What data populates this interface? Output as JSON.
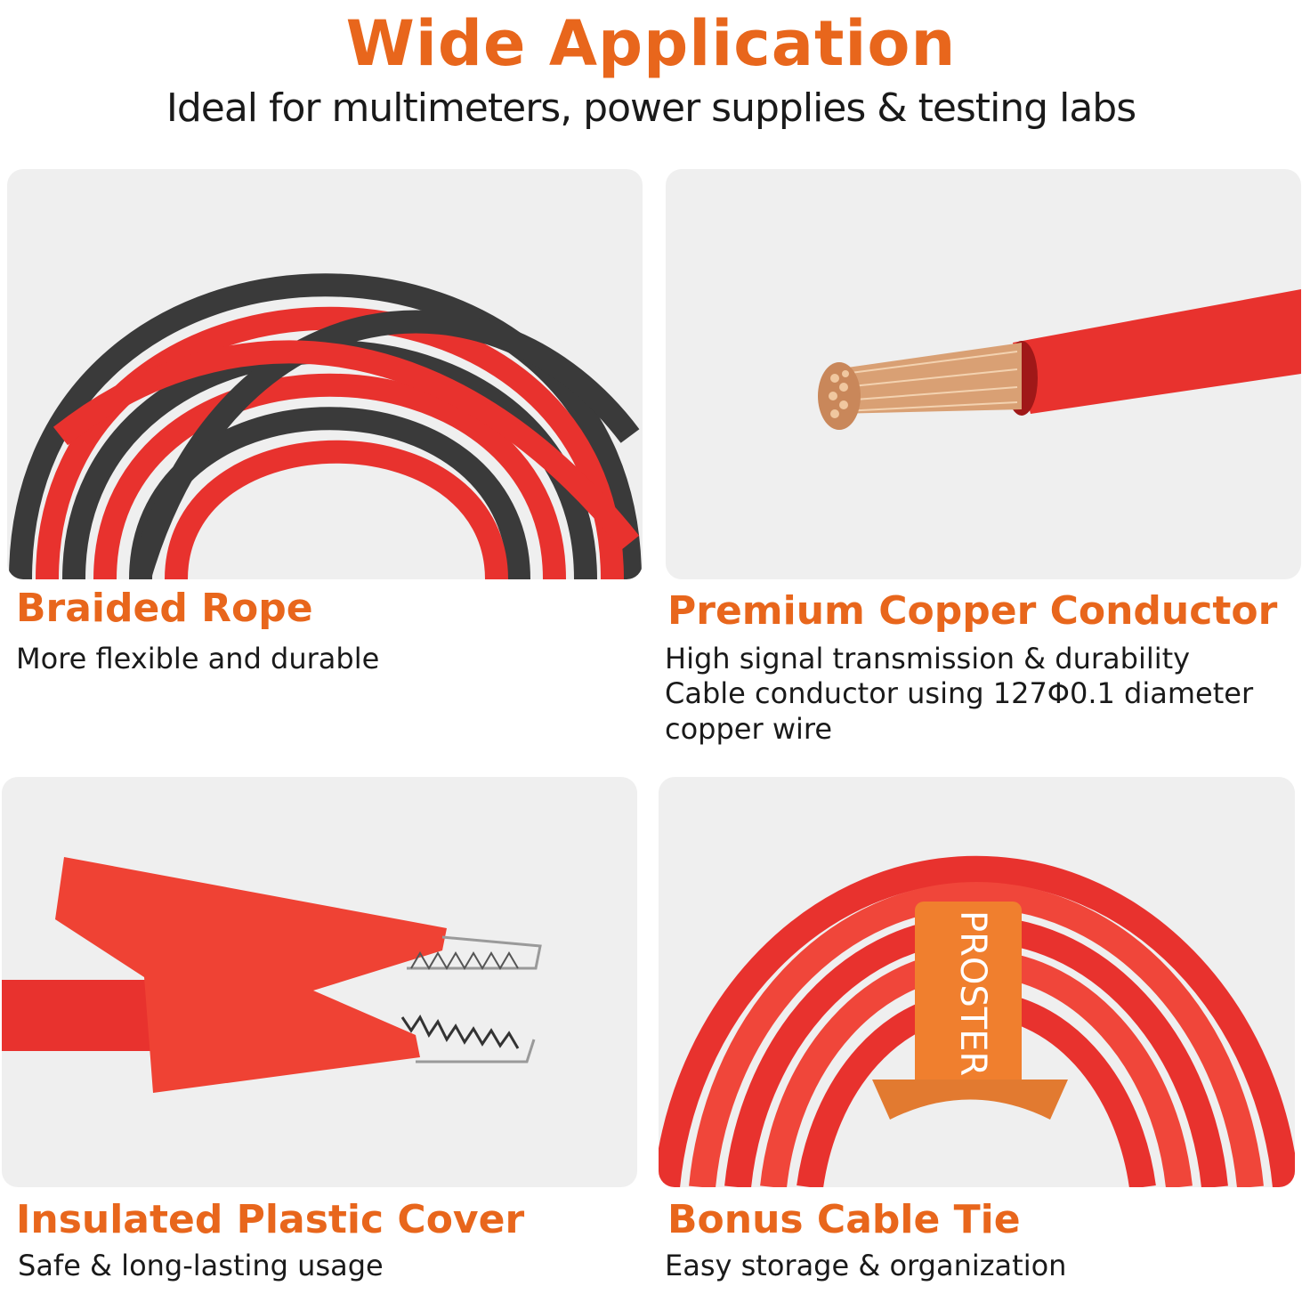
{
  "header": {
    "title": "Wide Application",
    "subtitle": "Ideal for multimeters, power supplies & testing labs"
  },
  "colors": {
    "accent": "#e8661c",
    "panel_bg": "#efefef",
    "cable_red": "#e8322e",
    "cable_black": "#3a3a3a",
    "copper": "#d9a074"
  },
  "features": [
    {
      "title": "Braided Rope",
      "description": [
        "More flexible and durable"
      ],
      "image": "braided-red-black-cable-coil"
    },
    {
      "title": "Premium Copper Conductor",
      "description": [
        "High signal transmission & durability",
        "Cable conductor using 127Φ0.1 diameter",
        "copper wire"
      ],
      "image": "stripped-copper-wire"
    },
    {
      "title": "Insulated Plastic Cover",
      "description": [
        "Safe & long-lasting usage"
      ],
      "image": "red-alligator-clip"
    },
    {
      "title": "Bonus Cable Tie",
      "description": [
        "Easy storage & organization"
      ],
      "image": "red-cable-coil-with-tie",
      "tie_logo": "PROSTER"
    }
  ]
}
